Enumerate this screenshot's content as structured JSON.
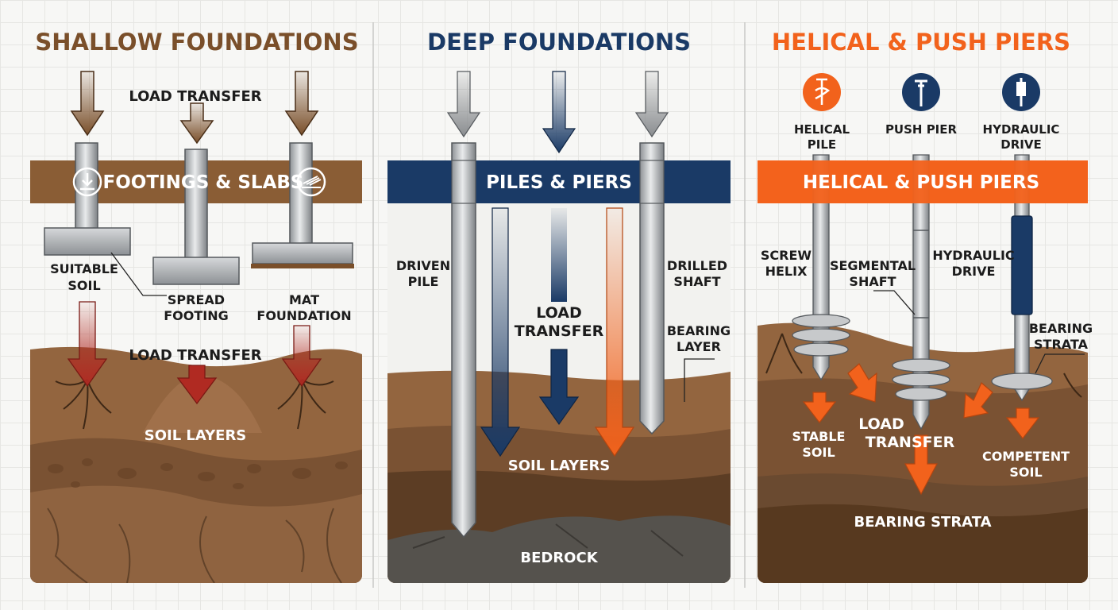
{
  "colors": {
    "brown": "#7a4f2a",
    "brown_band": "#8a5d35",
    "navy": "#1a3a66",
    "orange": "#f2621c",
    "red": "#b02a22",
    "steel": "#b9bcbf",
    "soil_top": "#8c6240",
    "soil_mid": "#6d4a2c",
    "soil_deep": "#4e3520"
  },
  "panels": [
    {
      "title": "SHALLOW FOUNDATIONS",
      "band": "FOOTINGS & SLABS",
      "band_icons": [
        "load-down-icon",
        "slab-layers-icon"
      ],
      "labels": {
        "load_top": "LOAD TRANSFER",
        "suitable_soil": "SUITABLE SOIL",
        "spread_footing": "SPREAD FOOTING",
        "mat_foundation": "MAT FOUNDATION",
        "load_bottom": "LOAD TRANSFER",
        "soil_layers": "SOIL LAYERS"
      }
    },
    {
      "title": "DEEP FOUNDATIONS",
      "band": "PILES & PIERS",
      "labels": {
        "driven_pile": "DRIVEN PILE",
        "drilled_shaft": "DRILLED SHAFT",
        "load_transfer": "LOAD TRANSFER",
        "bearing_layer": "BEARING LAYER",
        "soil_layers": "SOIL LAYERS",
        "bedrock": "BEDROCK"
      }
    },
    {
      "title": "HELICAL & PUSH PIERS",
      "band": "HELICAL & PUSH PIERS",
      "icons": [
        {
          "name": "helical-pile-icon",
          "label": "HELICAL PILE"
        },
        {
          "name": "push-pier-icon",
          "label": "PUSH PIER"
        },
        {
          "name": "hydraulic-drive-icon",
          "label": "HYDRAULIC DRIVE"
        }
      ],
      "labels": {
        "screw_helix": "SCREW HELIX",
        "segmental_shaft": "SEGMENTAL SHAFT",
        "hydraulic_drive": "HYDRAULIC DRIVE",
        "bearing_strata_side": "BEARING STRATA",
        "stable_soil": "STABLE SOIL",
        "load_transfer": "LOAD TRANSFER",
        "competent_soil": "COMPETENT SOIL",
        "bearing_strata": "BEARING STRATA"
      }
    }
  ]
}
